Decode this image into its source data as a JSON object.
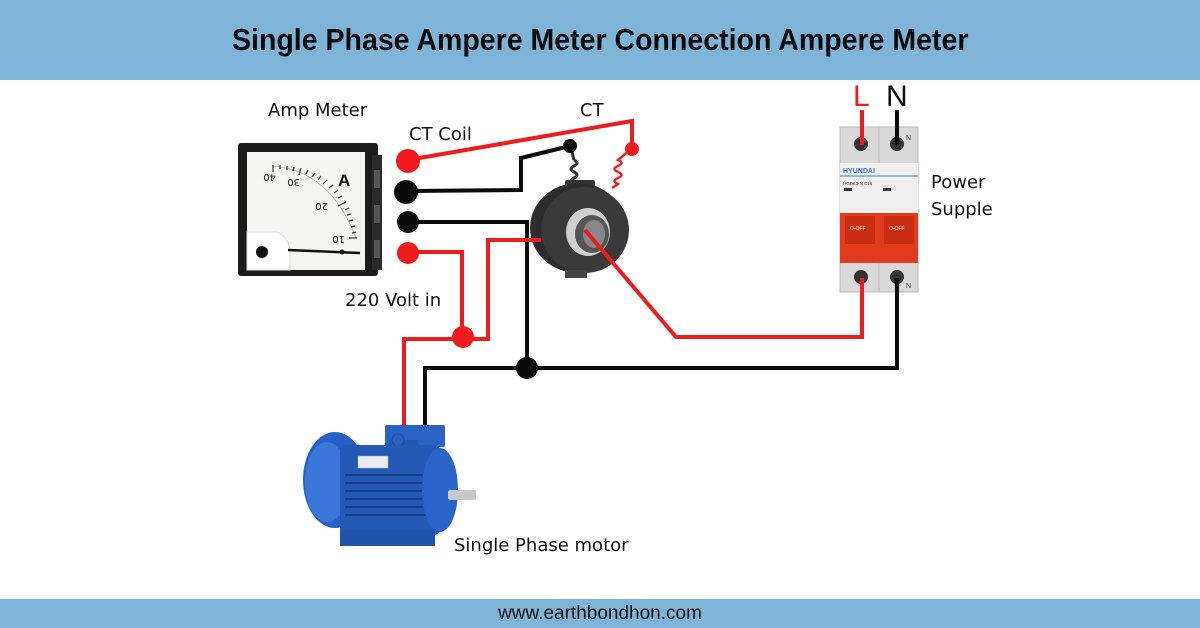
{
  "header": {
    "title": "Single Phase Ampere Meter Connection Ampere Meter"
  },
  "footer": {
    "website": "www.earthbondhon.com"
  },
  "labels": {
    "amp_meter": "Amp Meter",
    "ct_coil": "CT Coil",
    "ct": "CT",
    "volt_in": "220 Volt in",
    "power_line": "L",
    "power_neutral": "N",
    "power_supply_line1": "Power",
    "power_supply_line2": "Supple",
    "motor": "Single Phase motor"
  },
  "ammeter": {
    "unit": "A",
    "scale_ticks": [
      "40",
      "30",
      "20",
      "10"
    ]
  },
  "breaker": {
    "brand": "HYUNDAI",
    "model": "HGD63-N C16",
    "switch_label": "O-OFF",
    "neutral_mark": "N"
  },
  "colors": {
    "banner": "#7db4d8",
    "live_wire": "#ee1c1c",
    "neutral_wire": "#0a0a0a",
    "motor_blue": "#1f5fbf"
  }
}
